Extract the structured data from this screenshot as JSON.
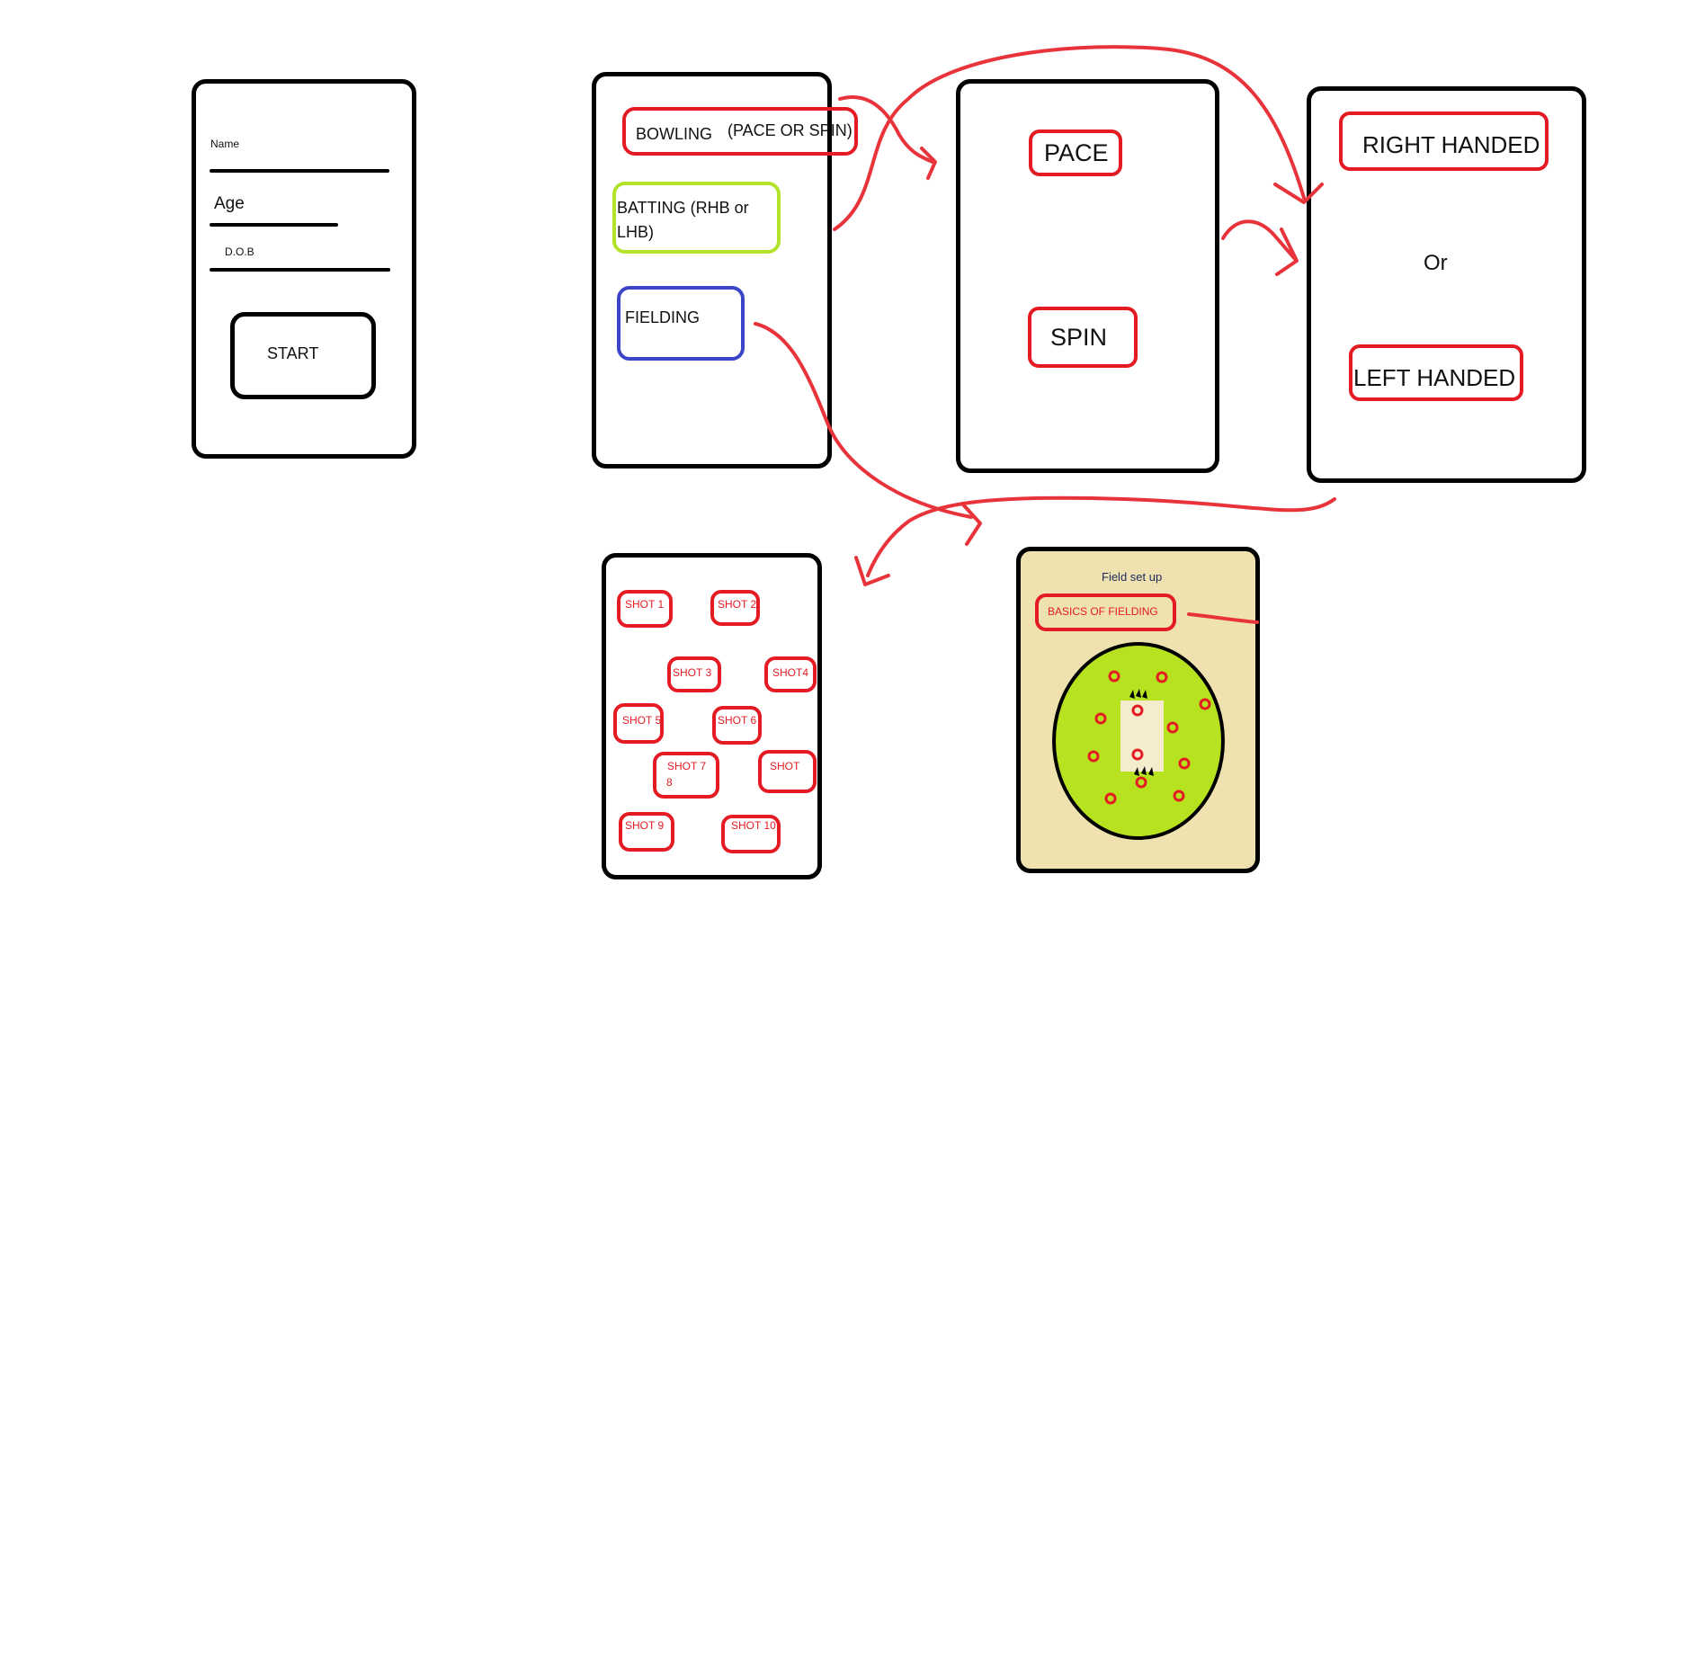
{
  "colors": {
    "arrow": "#e8333a",
    "outline_red": "#e41b23",
    "outline_green": "#b3e22a",
    "outline_blue": "#3b45c8",
    "field_bg": "#efe1b0",
    "ground_green": "#b7e21f",
    "pitch": "#f4eccd"
  },
  "login": {
    "name_label": "Name",
    "age_label": "Age",
    "dob_label": "D.O.B",
    "start_label": "START"
  },
  "menu": {
    "bowling_label": "BOWLING",
    "bowling_hint": "(PACE OR SPIN)",
    "batting_line1": "BATTING  (RHB or",
    "batting_line2": "LHB)",
    "fielding_label": "FIELDING"
  },
  "bowling_type": {
    "pace_label": "PACE",
    "spin_label": "SPIN"
  },
  "handedness": {
    "right_label": "RIGHT HANDED",
    "or_label": "Or",
    "left_label": "LEFT HANDED"
  },
  "shots": {
    "items": [
      "SHOT 1",
      "SHOT 2",
      "SHOT 3",
      "SHOT4",
      "SHOT 5",
      "SHOT 6",
      "SHOT 7",
      "8",
      "SHOT",
      "SHOT 9",
      "SHOT 10"
    ]
  },
  "field": {
    "title": "Field set up",
    "basics_label": "BASICS OF FIELDING"
  }
}
